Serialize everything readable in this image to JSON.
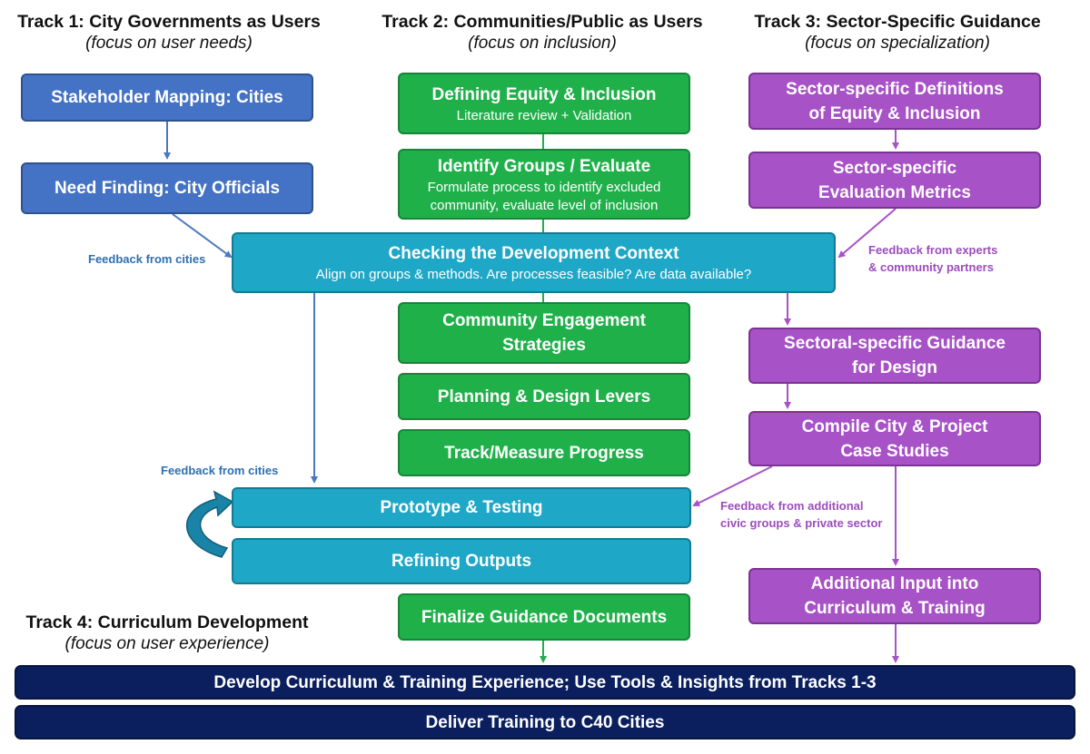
{
  "tracks": {
    "track1": {
      "title": "Track 1: City Governments as Users",
      "subtitle": "(focus on user needs)"
    },
    "track2": {
      "title": "Track 2: Communities/Public as Users",
      "subtitle": "(focus on inclusion)"
    },
    "track3": {
      "title": "Track 3: Sector-Specific Guidance",
      "subtitle": "(focus on specialization)"
    },
    "track4": {
      "title": "Track 4: Curriculum Development",
      "subtitle": "(focus on user experience)"
    }
  },
  "track1_boxes": {
    "stakeholder": "Stakeholder Mapping: Cities",
    "need": "Need Finding: City Officials"
  },
  "track2_boxes": {
    "defining": {
      "title": "Defining Equity & Inclusion",
      "sub": "Literature review + Validation"
    },
    "identify": {
      "title": "Identify Groups / Evaluate",
      "sub1": "Formulate process to identify excluded",
      "sub2": "community, evaluate level of inclusion"
    },
    "engagement": {
      "line1": "Community Engagement",
      "line2": "Strategies"
    },
    "levers": "Planning & Design Levers",
    "track": "Track/Measure Progress",
    "finalize": "Finalize Guidance Documents"
  },
  "shared_boxes": {
    "context": {
      "title": "Checking the Development Context",
      "sub": "Align on groups & methods. Are processes feasible? Are data available?"
    },
    "prototype": "Prototype & Testing",
    "refining": "Refining Outputs"
  },
  "track3_boxes": {
    "definitions": {
      "line1": "Sector-specific Definitions",
      "line2": "of Equity & Inclusion"
    },
    "metrics": {
      "line1": "Sector-specific",
      "line2": "Evaluation Metrics"
    },
    "guidance": {
      "line1": "Sectoral-specific Guidance",
      "line2": "for Design"
    },
    "compile": {
      "line1": "Compile City & Project",
      "line2": "Case Studies"
    },
    "input": {
      "line1": "Additional Input into",
      "line2": "Curriculum & Training"
    }
  },
  "track4_boxes": {
    "develop": "Develop Curriculum & Training Experience; Use Tools & Insights from Tracks 1-3",
    "deliver": "Deliver Training to C40 Cities"
  },
  "feedback": {
    "cities1": "Feedback from cities",
    "cities2": "Feedback from cities",
    "experts_line1": "Feedback from experts",
    "experts_line2": "& community partners",
    "civic_line1": "Feedback from additional",
    "civic_line2": "civic groups & private sector"
  },
  "colors": {
    "track1": "#4472c4",
    "track2": "#1fb04a",
    "shared": "#1ea7c7",
    "track3": "#a752c6",
    "track4": "#0b1f5f"
  }
}
